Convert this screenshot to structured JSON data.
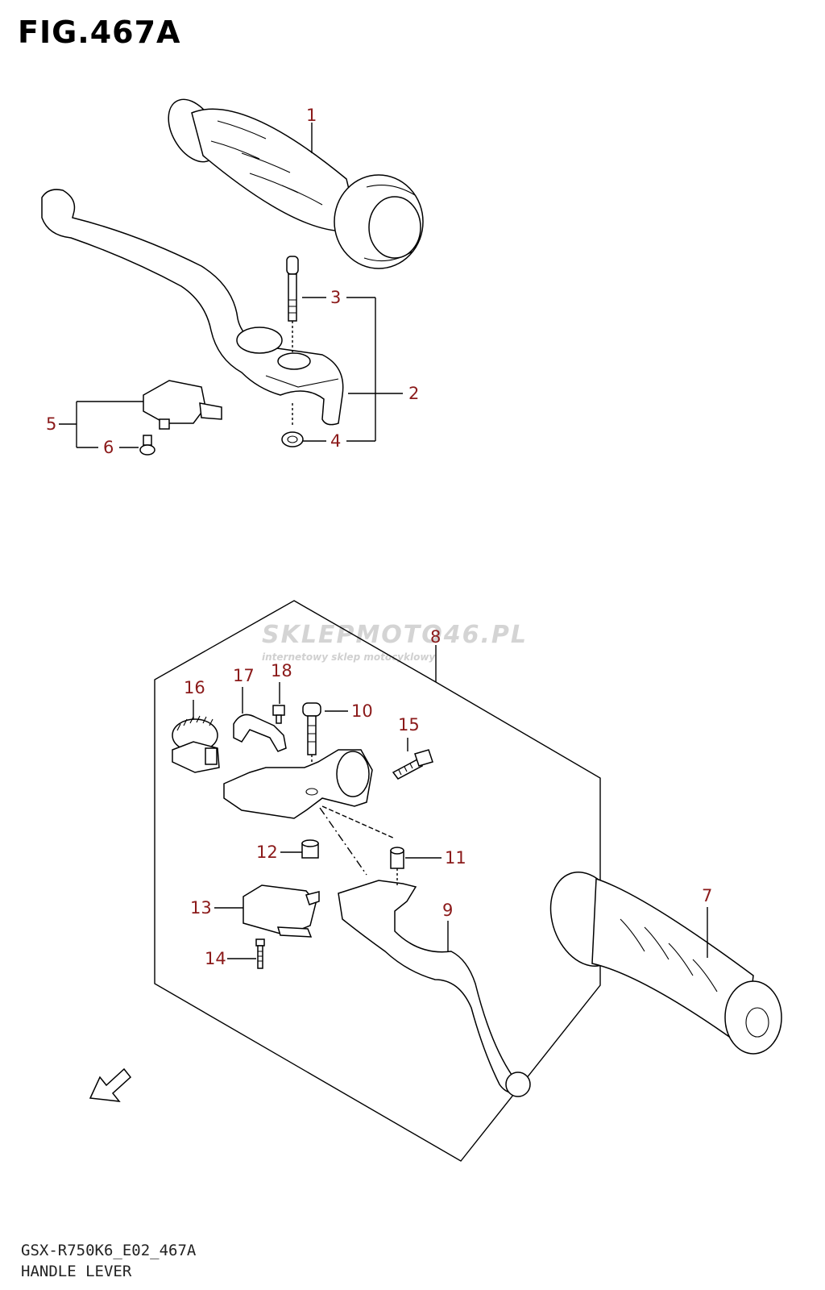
{
  "figure": {
    "title": "FIG.467A"
  },
  "footer": {
    "code": "GSX-R750K6_E02_467A",
    "name": "HANDLE LEVER"
  },
  "watermark": {
    "main": "SKLEPMOTO46.PL",
    "sub": "internetowy sklep motocyklowy"
  },
  "callouts": [
    "1",
    "2",
    "3",
    "4",
    "5",
    "6",
    "7",
    "8",
    "9",
    "10",
    "11",
    "12",
    "13",
    "14",
    "15",
    "16",
    "17",
    "18"
  ],
  "colors": {
    "callout": "#8b1a1a",
    "line": "#000000",
    "watermark": "#d4d4d4"
  },
  "icons": {
    "direction": "front-arrow-icon"
  }
}
